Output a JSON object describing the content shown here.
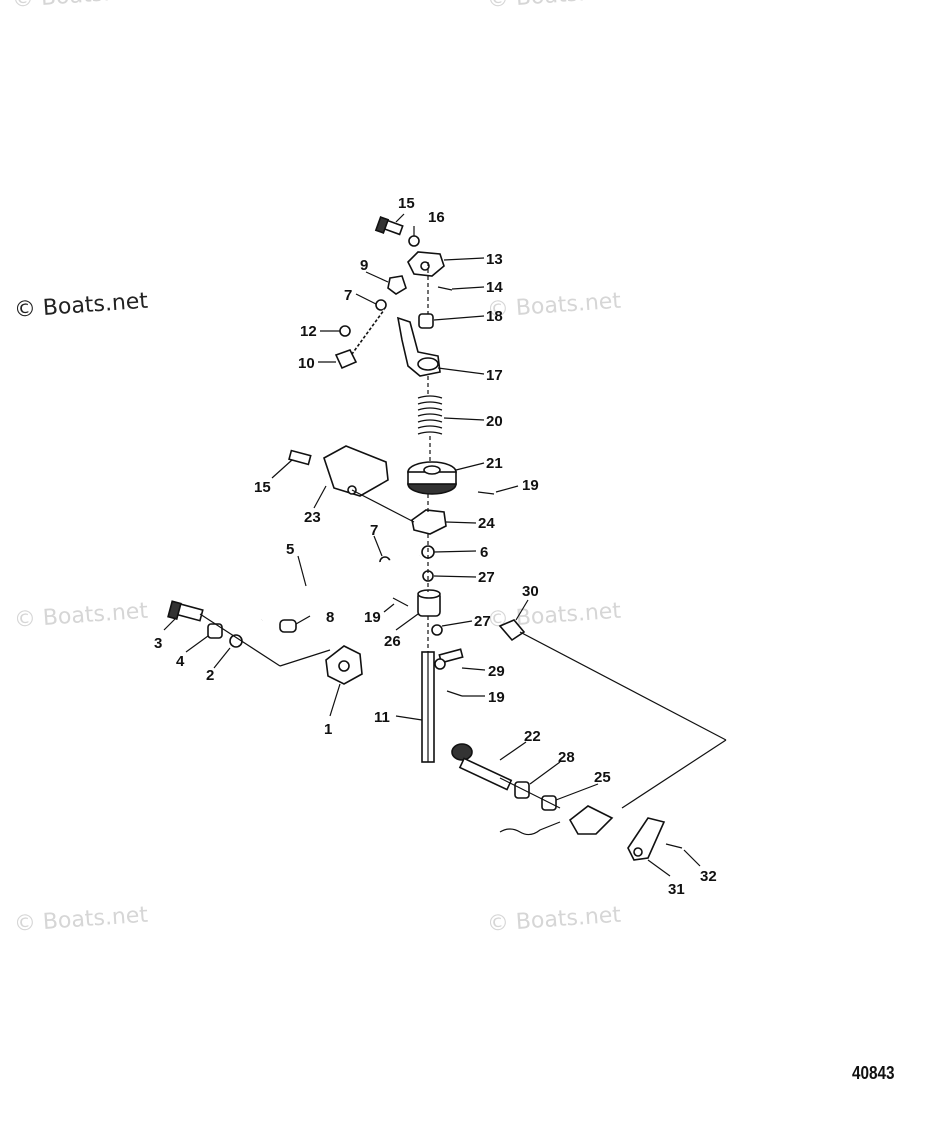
{
  "watermarks": {
    "text": "© Boats.net",
    "primary": "© Boats.net"
  },
  "figure_number": "40843",
  "callouts": [
    "1",
    "2",
    "3",
    "4",
    "5",
    "6",
    "7",
    "7",
    "8",
    "9",
    "10",
    "11",
    "12",
    "13",
    "14",
    "15",
    "15",
    "16",
    "17",
    "18",
    "19",
    "19",
    "19",
    "20",
    "21",
    "22",
    "23",
    "24",
    "25",
    "26",
    "27",
    "27",
    "28",
    "29",
    "30",
    "31",
    "32"
  ],
  "colors": {
    "ink": "#111111",
    "watermark": "#d6d6d6",
    "background": "#ffffff"
  }
}
